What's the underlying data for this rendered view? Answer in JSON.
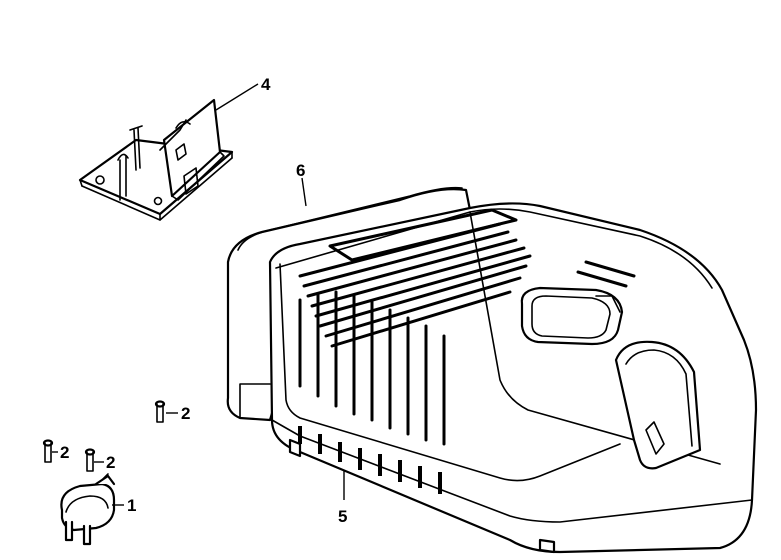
{
  "callouts": [
    {
      "id": "c1",
      "label": "1"
    },
    {
      "id": "c2a",
      "label": "2"
    },
    {
      "id": "c2b",
      "label": "2"
    },
    {
      "id": "c2c",
      "label": "2"
    },
    {
      "id": "c4",
      "label": "4"
    },
    {
      "id": "c5",
      "label": "5"
    },
    {
      "id": "c6",
      "label": "6"
    }
  ],
  "colors": {
    "line": "#000000",
    "background": "#ffffff"
  }
}
